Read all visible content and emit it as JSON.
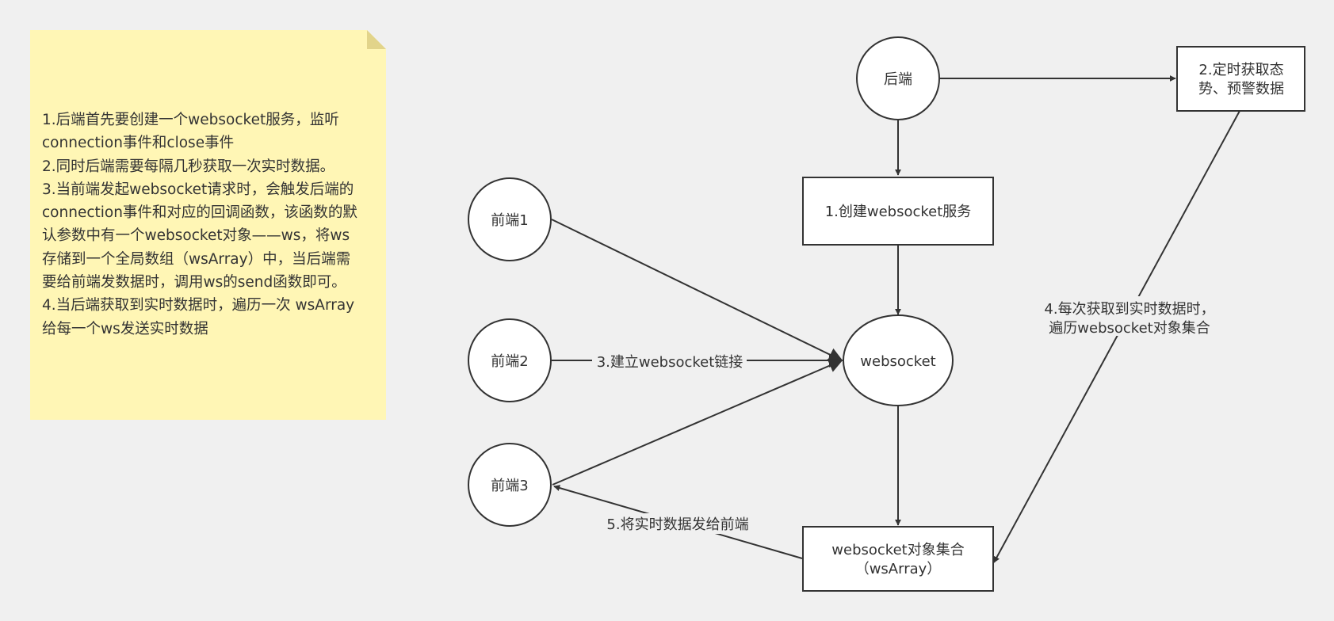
{
  "note": {
    "lines": [
      "1.后端首先要创建一个websocket服务，监听",
      "connection事件和close事件",
      "2.同时后端需要每隔几秒获取一次实时数据。",
      "3.当前端发起websocket请求时，会触发后端的",
      "connection事件和对应的回调函数，该函数的默",
      "认参数中有一个websocket对象——ws，将ws",
      "存储到一个全局数组（wsArray）中，当后端需",
      "要给前端发数据时，调用ws的send函数即可。",
      "4.当后端获取到实时数据时，遍历一次 wsArray",
      "给每一个ws发送实时数据"
    ]
  },
  "nodes": {
    "backend": "后端",
    "fetch_data_line1": "2.定时获取态",
    "fetch_data_line2": "势、预警数据",
    "create_service": "1.创建websocket服务",
    "websocket": "websocket",
    "frontend1": "前端1",
    "frontend2": "前端2",
    "frontend3": "前端3",
    "collection_line1": "websocket对象集合",
    "collection_line2": "（wsArray）"
  },
  "edges": {
    "connect_label": "3.建立websocket链接",
    "traverse_label_line1": "4.每次获取到实时数据时，",
    "traverse_label_line2": "遍历websocket对象集合",
    "send_label": "5.将实时数据发给前端"
  },
  "colors": {
    "background": "#f0f0f0",
    "note_fill": "#fff6b5",
    "note_fold": "#e2d48a",
    "stroke": "#333333",
    "node_fill": "#ffffff"
  }
}
